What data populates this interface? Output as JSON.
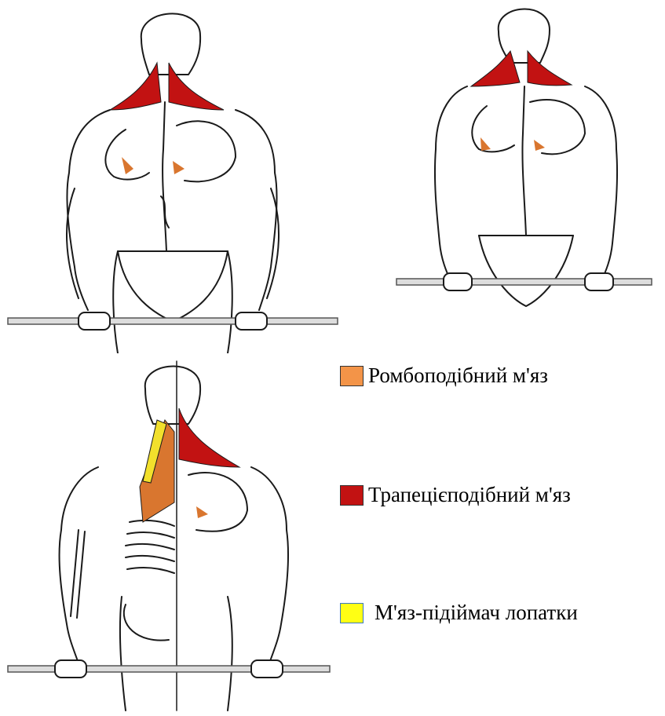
{
  "legend": [
    {
      "label": "Ромбоподібний м'яз",
      "color": "#f39448"
    },
    {
      "label": "Трапецієподібний м'яз",
      "color": "#c21212"
    },
    {
      "label": "М'яз-підіймач лопатки",
      "color": "#ffff14"
    }
  ],
  "colors": {
    "outline": "#1a1a1a",
    "trapezius": "#c21212",
    "rhomboid": "#d9762f",
    "levator": "#f2e02c",
    "bar": "#888888"
  }
}
